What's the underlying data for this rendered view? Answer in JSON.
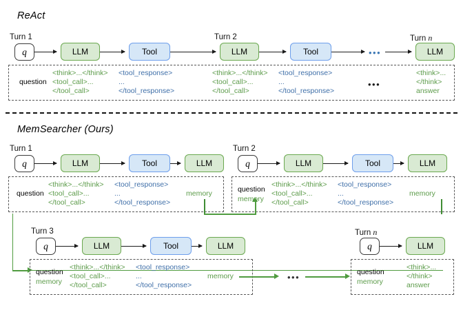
{
  "sections": {
    "react": {
      "title": "ReAct"
    },
    "memsearcher": {
      "title": "MemSearcher (Ours)"
    }
  },
  "labels": {
    "turn1": "Turn 1",
    "turn2": "Turn 2",
    "turn3": "Turn 3",
    "turn_n_prefix": "Turn ",
    "turn_n_italic": "n",
    "q": "q",
    "llm": "LLM",
    "tool": "Tool",
    "question": "question",
    "memory": "memory",
    "ellipsis": "•••",
    "ellipsis_dark": "•••"
  },
  "tokens": {
    "think_full": "<think>...</think>",
    "tool_call_open": "<tool_call>...",
    "tool_call_close": "</tool_call>",
    "tool_response_open": "<tool_response>",
    "tool_response_mid": "...",
    "tool_response_close": "</tool_response>",
    "think_open": "<think>...",
    "think_close": "</think>",
    "answer": "answer"
  },
  "colors": {
    "llm_fill": "#d9ead3",
    "llm_border": "#6aa84f",
    "tool_fill": "#d6e7f7",
    "tool_border": "#6d9eeb",
    "green_text": "#5c9b4a",
    "blue_text": "#3f6fa8",
    "memory_flow": "#4f9b3f"
  }
}
